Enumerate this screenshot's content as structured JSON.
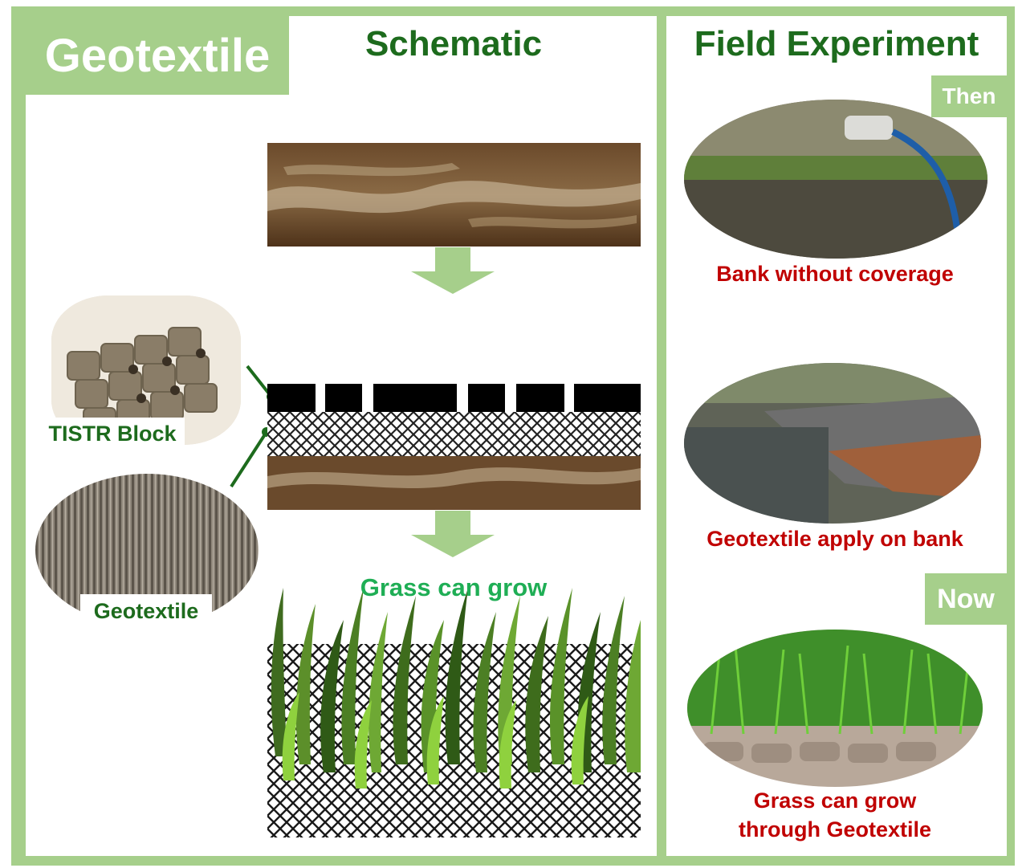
{
  "title": "Geotextile",
  "schematic": {
    "heading": "Schematic",
    "tistr_label": "TISTR Block",
    "geotextile_label": "Geotextile",
    "grass_label": "Grass can grow"
  },
  "field": {
    "heading": "Field Experiment",
    "then_label": "Then",
    "now_label": "Now",
    "captions": {
      "bank": "Bank without coverage",
      "apply": "Geotextile apply on bank",
      "grass_line1": "Grass can grow",
      "grass_line2": "through Geotextile"
    }
  },
  "colors": {
    "frame": "#a6cf8b",
    "heading": "#1d6b1d",
    "caption_red": "#c00000",
    "grass_label": "#1fae55"
  }
}
